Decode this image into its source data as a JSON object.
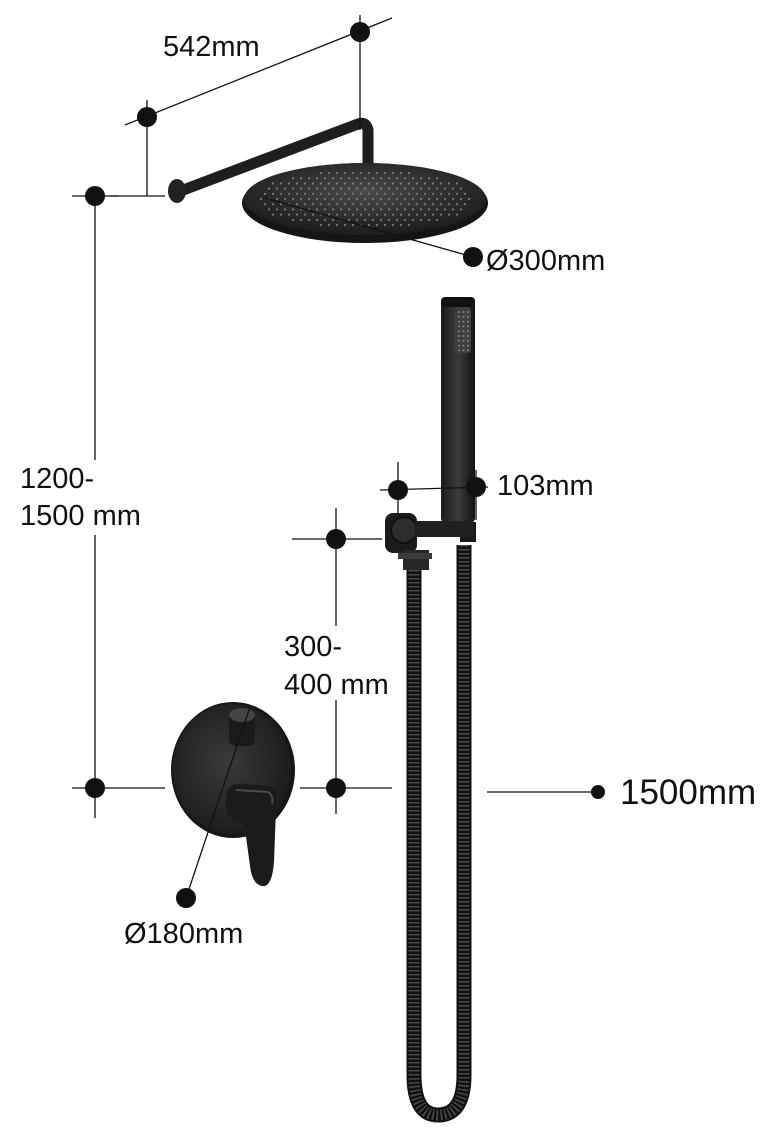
{
  "dimensions": {
    "arm_length": "542mm",
    "head_diameter": "Ø300mm",
    "height_line1": "1200-",
    "height_line2": "1500 mm",
    "holder_offset": "103mm",
    "holder_height_line1": "300-",
    "holder_height_line2": "400 mm",
    "hose_length": "1500mm",
    "plate_diameter": "Ø180mm"
  },
  "colors": {
    "fixture": "#2a2a2a",
    "fixture_dark": "#111111",
    "line": "#111111",
    "background": "#ffffff"
  }
}
